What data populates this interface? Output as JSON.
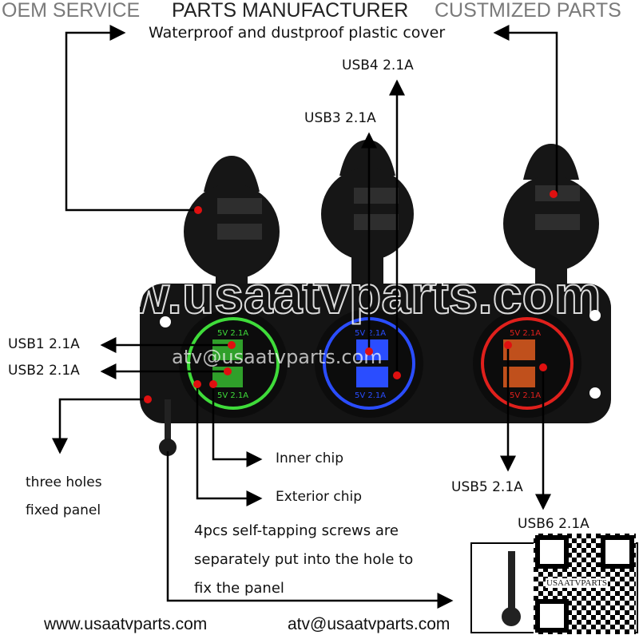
{
  "header": {
    "left": "OEM SERVICE",
    "center": "PARTS MANUFACTURER",
    "right": "CUSTMIZED PARTS"
  },
  "cover_label": "Waterproof and dustproof plastic cover",
  "usb_labels": {
    "usb1": "USB1 2.1A",
    "usb2": "USB2 2.1A",
    "usb3": "USB3 2.1A",
    "usb4": "USB4 2.1A",
    "usb5": "USB5 2.1A",
    "usb6": "USB6 2.1A"
  },
  "socket_text": "5V 2.1A",
  "chips": {
    "inner": "Inner chip",
    "exterior": "Exterior chip"
  },
  "holes": {
    "line1": "three holes",
    "line2": "fixed panel"
  },
  "screws": {
    "line1": "4pcs self-tapping screws are",
    "line2": "separately put into the hole to",
    "line3": "fix the panel"
  },
  "watermark": {
    "site": "www.usaatvparts.com",
    "email": "atv@usaatvparts.com"
  },
  "qr_label": "USAATVPARTS",
  "footer": {
    "website": "www.usaatvparts.com",
    "email": "atv@usaatvparts.com"
  },
  "colors": {
    "green": "#3fdc3a",
    "blue": "#2a4dff",
    "red": "#e0201c",
    "dot": "#e01010"
  }
}
